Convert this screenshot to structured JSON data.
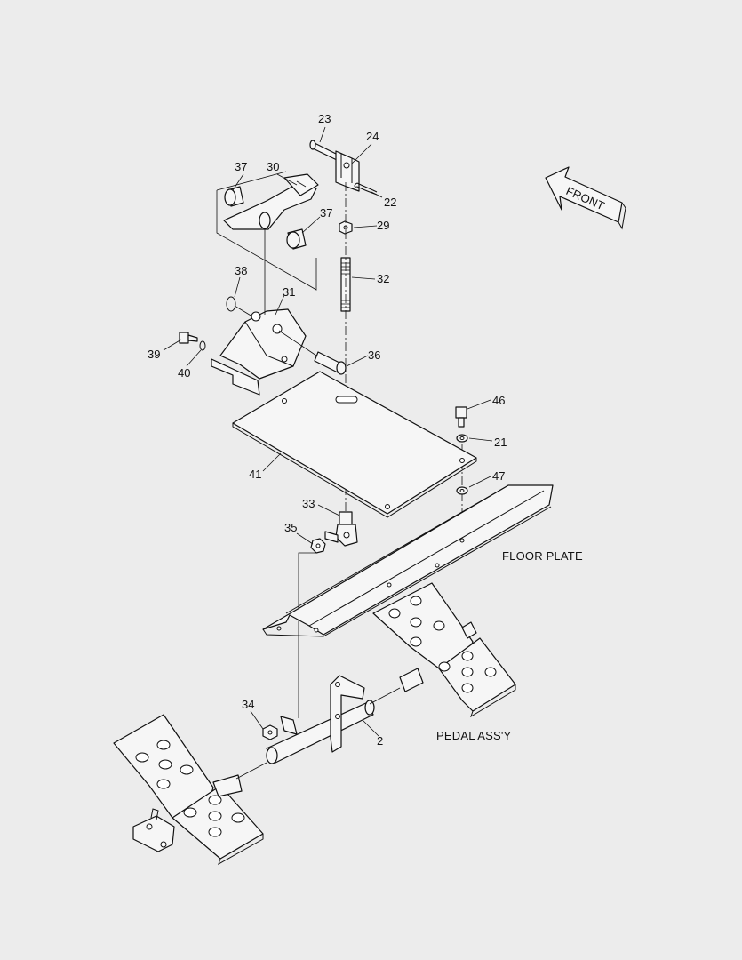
{
  "callouts": [
    {
      "id": "23",
      "text": "23"
    },
    {
      "id": "24",
      "text": "24"
    },
    {
      "id": "37a",
      "text": "37"
    },
    {
      "id": "30",
      "text": "30"
    },
    {
      "id": "22",
      "text": "22"
    },
    {
      "id": "37b",
      "text": "37"
    },
    {
      "id": "29",
      "text": "29"
    },
    {
      "id": "38",
      "text": "38"
    },
    {
      "id": "32",
      "text": "32"
    },
    {
      "id": "31",
      "text": "31"
    },
    {
      "id": "39",
      "text": "39"
    },
    {
      "id": "40",
      "text": "40"
    },
    {
      "id": "36",
      "text": "36"
    },
    {
      "id": "46",
      "text": "46"
    },
    {
      "id": "21",
      "text": "21"
    },
    {
      "id": "41",
      "text": "41"
    },
    {
      "id": "47",
      "text": "47"
    },
    {
      "id": "33",
      "text": "33"
    },
    {
      "id": "35",
      "text": "35"
    },
    {
      "id": "34",
      "text": "34"
    },
    {
      "id": "2",
      "text": "2"
    }
  ],
  "labels": {
    "front": "FRONT",
    "floor_plate": "FLOOR PLATE",
    "pedal_assy": "PEDAL ASS'Y"
  }
}
